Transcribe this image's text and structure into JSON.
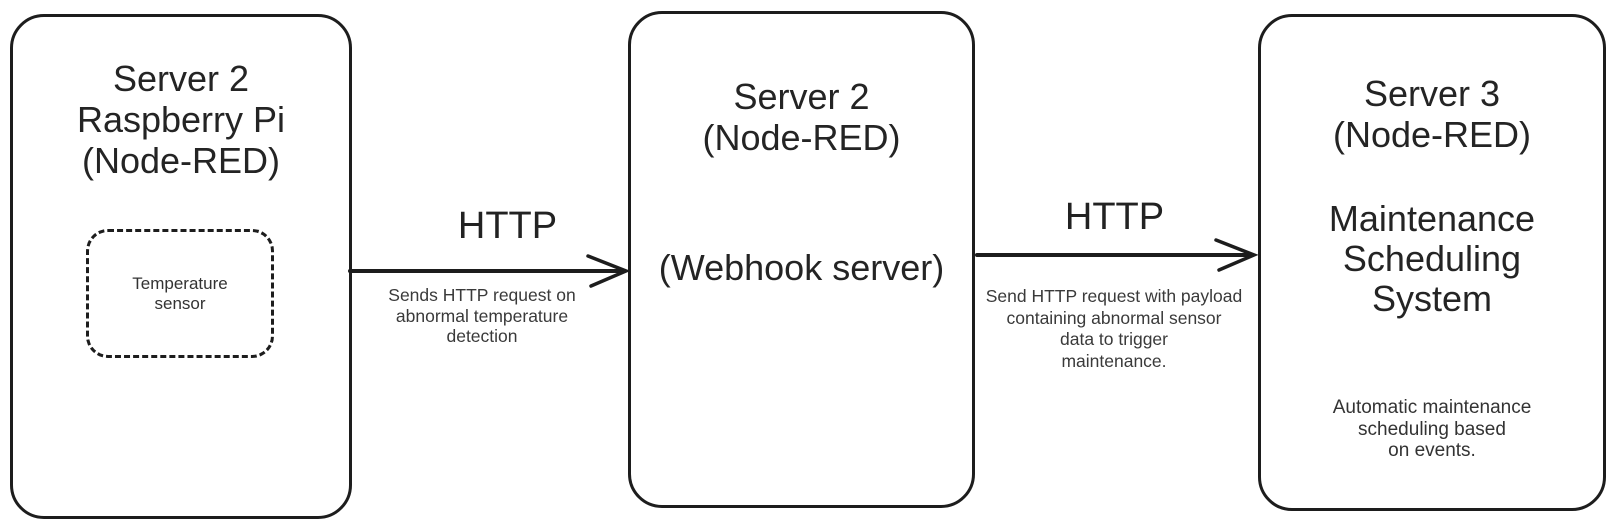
{
  "diagram": {
    "background": "#ffffff",
    "stroke_color": "#1d1d1d",
    "text_color": "#242424",
    "nodes": [
      {
        "id": "server2-raspberry-pi",
        "title_lines": [
          "Server 2",
          "Raspberry Pi",
          "(Node-RED)"
        ],
        "inner_box": {
          "id": "temperature-sensor",
          "label_lines": [
            "Temperature",
            "sensor"
          ]
        }
      },
      {
        "id": "server2-webhook",
        "title_lines": [
          "Server 2",
          "(Node-RED)"
        ],
        "subtitle": "(Webhook server)"
      },
      {
        "id": "server3-maintenance",
        "title_lines": [
          "Server 3",
          "(Node-RED)"
        ],
        "subtitle_lines": [
          "Maintenance",
          "Scheduling",
          "System"
        ],
        "description_lines": [
          "Automatic maintenance",
          "scheduling based",
          "on events."
        ]
      }
    ],
    "edges": [
      {
        "id": "edge-sensor-to-webhook",
        "protocol": "HTTP",
        "description_lines": [
          "Sends HTTP request on",
          "abnormal temperature",
          "detection"
        ]
      },
      {
        "id": "edge-webhook-to-maintenance",
        "protocol": "HTTP",
        "description_lines": [
          "Send HTTP request with payload",
          "containing abnormal sensor",
          "data to trigger",
          "maintenance."
        ]
      }
    ]
  }
}
